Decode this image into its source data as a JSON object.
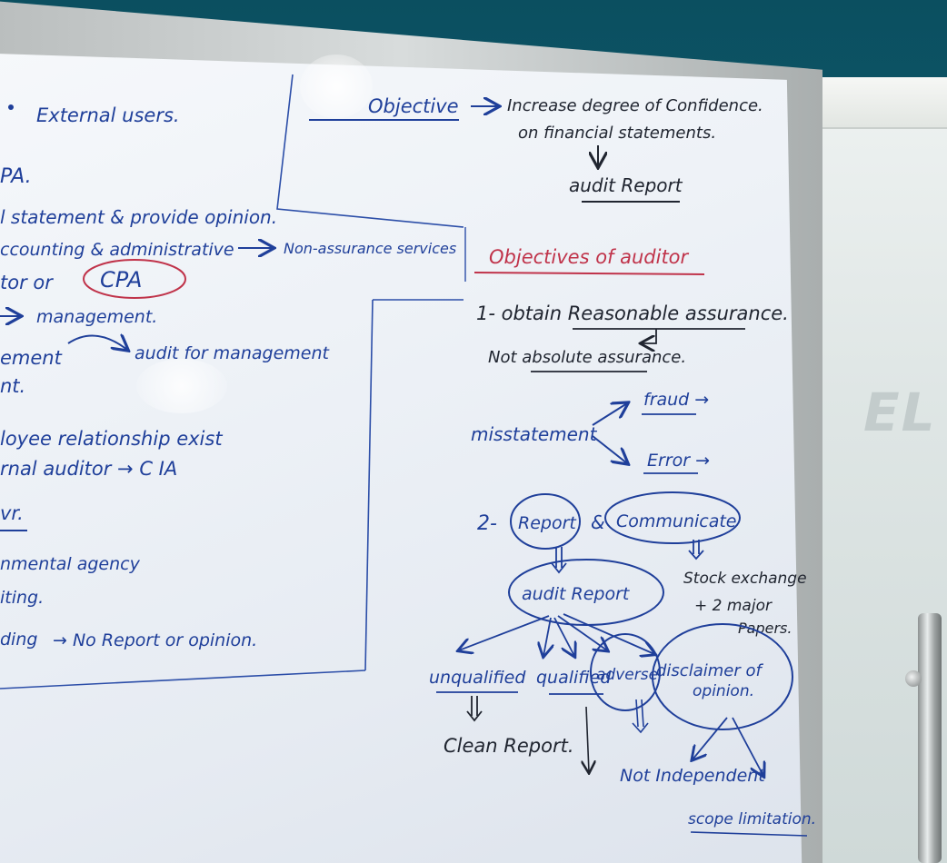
{
  "scene": "whiteboard lecture notes",
  "colors": {
    "blue_ink": "#1f3f9a",
    "black_ink": "#202530",
    "red_ink": "#c0334a"
  },
  "left_notes": {
    "external_users": "External users.",
    "pa": "PA.",
    "statement": "l statement & provide opinion.",
    "accounting": "ccounting & administrative",
    "non_assurance": "Non-assurance services",
    "tor_or": "tor  or",
    "cpa": "CPA",
    "management": "management.",
    "ement": "ement",
    "audit_mgmt": "audit for management",
    "nt": "nt.",
    "relationship": "loyee relationship exist",
    "internal_auditor": "rnal auditor → C IA",
    "vr": "vr.",
    "agency": "nmental agency",
    "iting": "iting.",
    "ding": "ding",
    "no_report": "→ No Report or opinion."
  },
  "main_objective": {
    "label": "Objective",
    "text_line1": "Increase degree of Confidence.",
    "text_line2": "on financial statements.",
    "result": "audit Report"
  },
  "auditor_objectives": {
    "heading": "Objectives of auditor",
    "item1": "1- obtain Reasonable assurance.",
    "item1_note": "Not absolute assurance.",
    "misstatement": "misstatement",
    "fraud": "fraud →",
    "error": "Error →",
    "item2_num": "2-",
    "report": "Report",
    "and": "&",
    "communicate": "Communicate",
    "audit_report": "audit Report",
    "stock_line1": "Stock exchange",
    "stock_line2": "+ 2 major",
    "stock_line3": "Papers."
  },
  "opinions": {
    "unqualified": "unqualified",
    "qualified": "qualified",
    "adverse": "adverse",
    "disclaimer_line1": "disclaimer of",
    "disclaimer_line2": "opinion.",
    "clean_report": "Clean Report.",
    "not_independent": "Not Independent",
    "scope_limitation": "scope limitation."
  }
}
